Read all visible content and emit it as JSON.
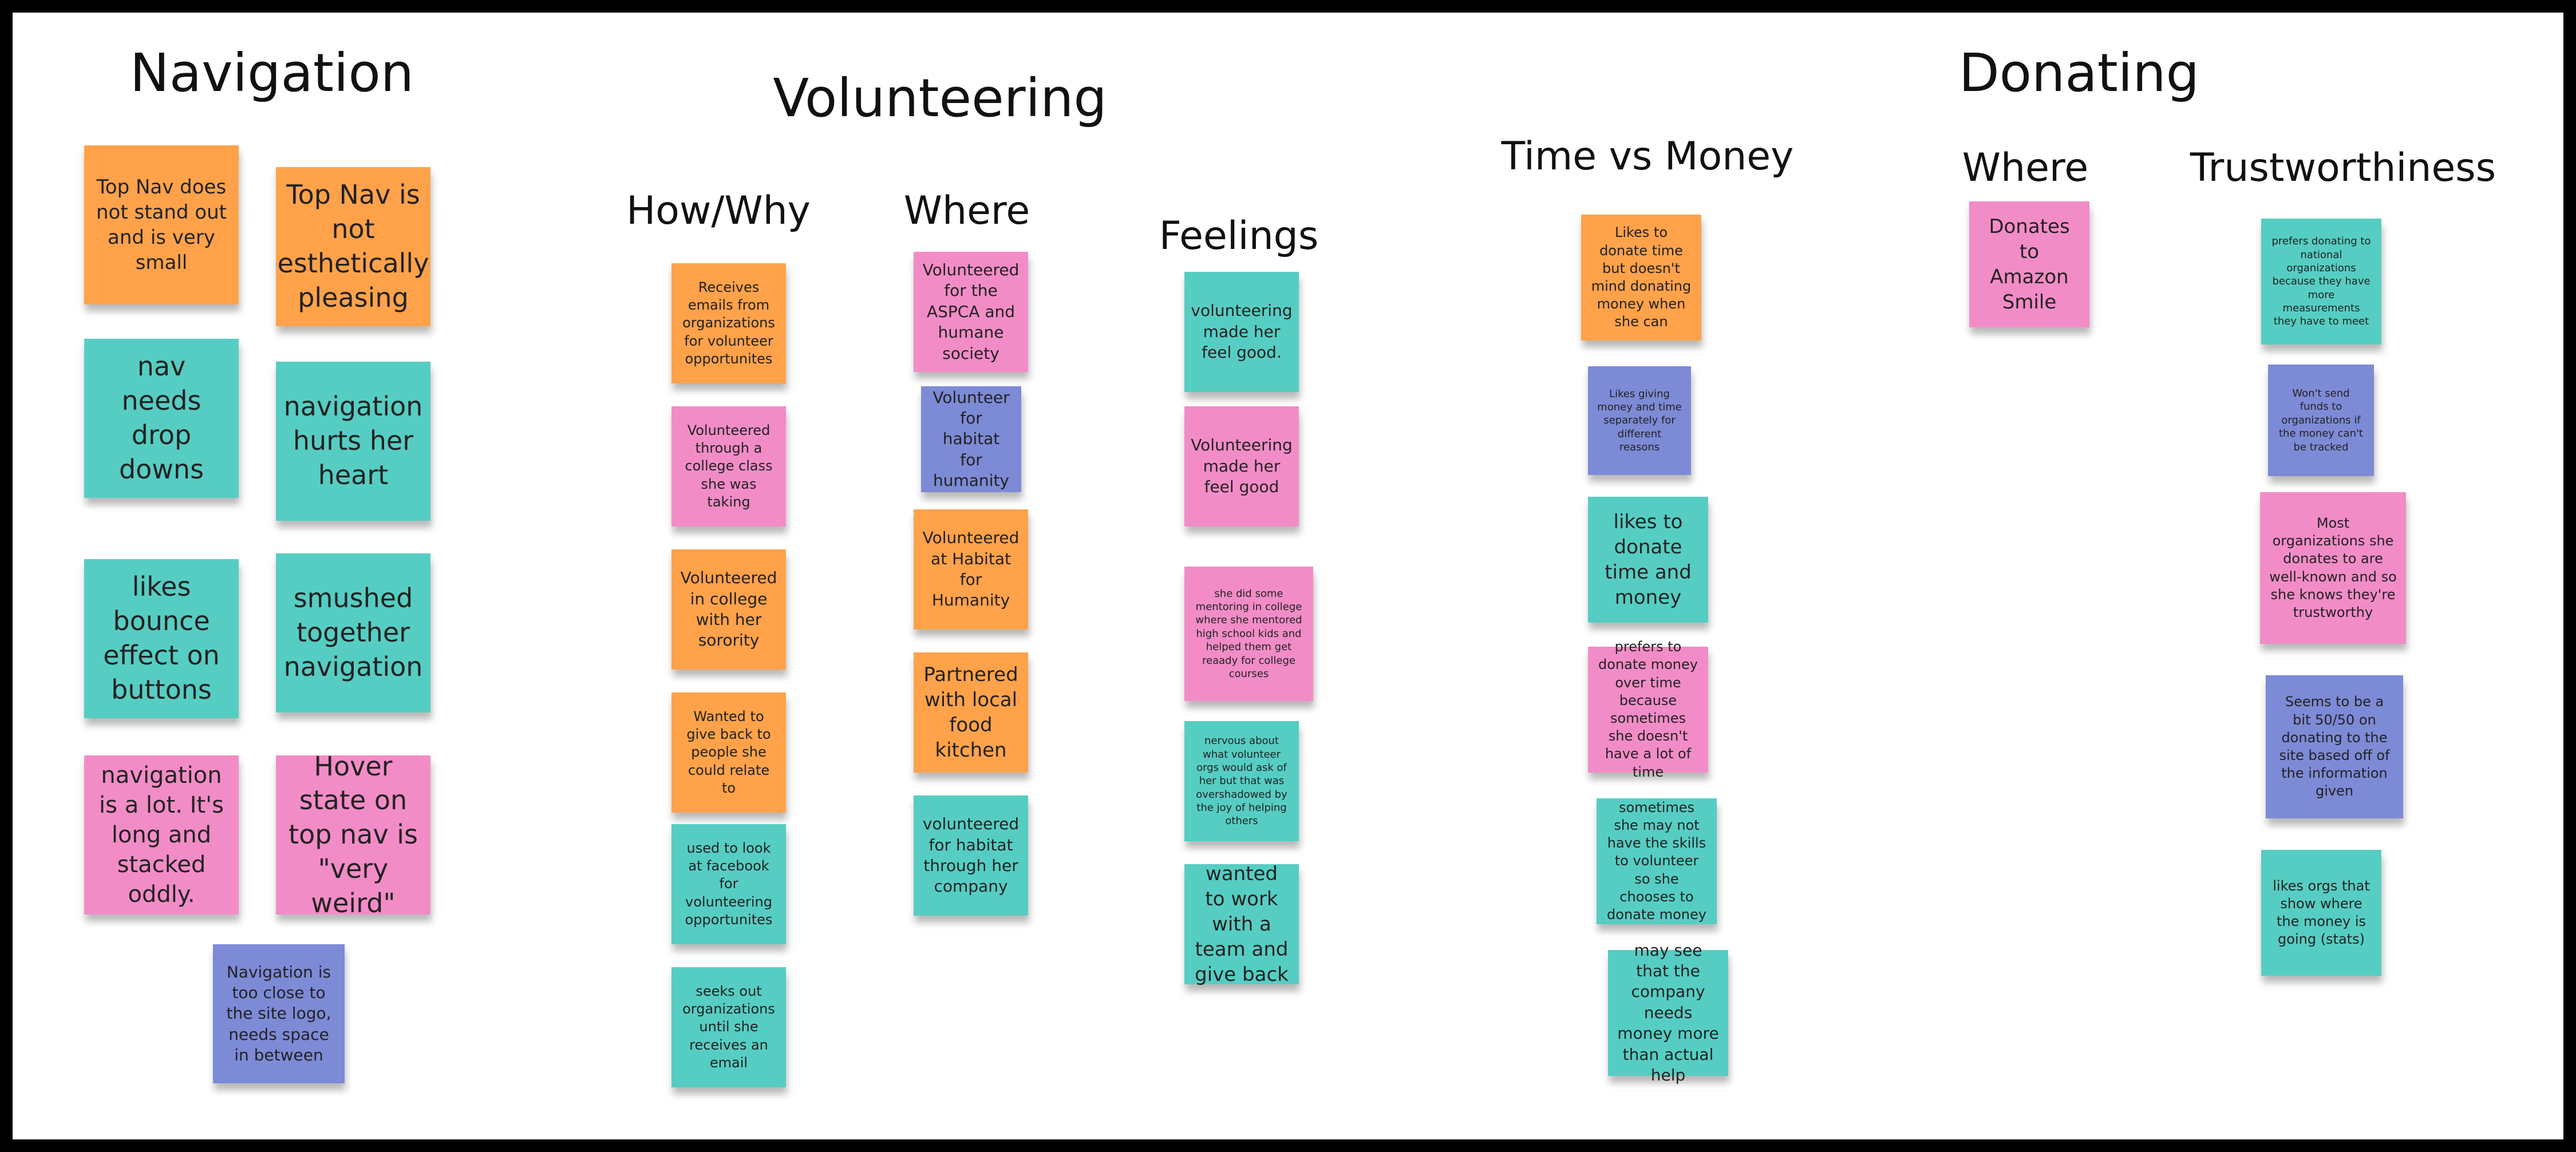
{
  "colors": {
    "orange": "#ffa24a",
    "teal": "#56cdc3",
    "pink": "#f28cc7",
    "purple": "#7d8ad6",
    "frame": "#000000",
    "board": "#ffffff"
  },
  "headings": {
    "navigation": "Navigation",
    "volunteering": "Volunteering",
    "how_why": "How/Why",
    "vol_where": "Where",
    "feelings": "Feelings",
    "time_vs_money": "Time vs Money",
    "donating": "Donating",
    "don_where": "Where",
    "trust": "Trustworthiness"
  },
  "navigation_notes": [
    "Top Nav does not stand out and is very small",
    "Top Nav is not esthetically pleasing",
    "nav needs drop downs",
    "navigation hurts her heart",
    "likes bounce effect on buttons",
    "smushed together navigation",
    "navigation is a lot. It's long and stacked oddly.",
    "Hover state on top nav is \"very weird\"",
    "Navigation is too close to the site logo, needs space in between"
  ],
  "how_why_notes": [
    "Receives emails from organizations for volunteer opportunites",
    "Volunteered through a college class she was taking",
    "Volunteered in college with her sorority",
    "Wanted to give back to people she could relate to",
    "used to look at facebook for volunteering opportunites",
    "seeks out organizations until she receives an email"
  ],
  "vol_where_notes": [
    "Volunteered for the ASPCA and humane society",
    "Volunteer for habitat for humanity",
    "Volunteered at Habitat for Humanity",
    "Partnered with local food kitchen",
    "volunteered for habitat through her company"
  ],
  "feelings_notes": [
    "volunteering made her feel good.",
    "Volunteering made her feel good",
    "she did some mentoring in college where she mentored high school kids and helped them get reaady for college courses",
    "nervous about what volunteer orgs would ask of her but that was overshadowed by the joy of helping others",
    "wanted to work with a team and give back"
  ],
  "time_money_notes": [
    "Likes to donate time but doesn't mind donating money when she can",
    "Likes giving money and time separately for different reasons",
    "likes to donate time and money",
    "prefers to donate money over time because sometimes she doesn't have a lot of time",
    "sometimes she may not have the skills to volunteer so she chooses to donate money",
    "may see that the company needs money more than actual help"
  ],
  "don_where_notes": [
    "Donates to Amazon Smile"
  ],
  "trust_notes": [
    "prefers donating to national organizations because they have more measurements they have to meet",
    "Won't send funds to organizations if the money can't be tracked",
    "Most organizations she donates to are well-known and so she knows they're trustworthy",
    "Seems to be a bit 50/50 on donating to the site based off of the information given",
    "likes orgs that show where the money is going (stats)"
  ]
}
